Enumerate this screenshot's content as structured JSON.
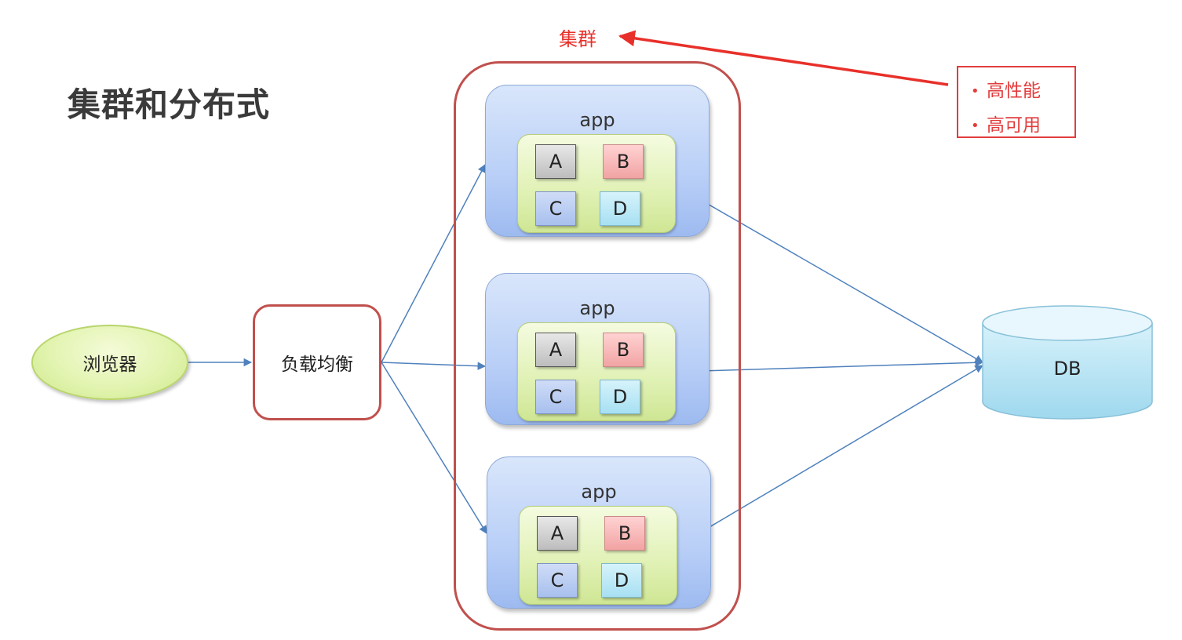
{
  "title": "集群和分布式",
  "cluster_label": "集群",
  "features": [
    "高性能",
    "高可用"
  ],
  "bullet": "•",
  "browser_label": "浏览器",
  "load_balancer_label": "负载均衡",
  "apps": [
    {
      "label": "app",
      "modules": [
        "A",
        "B",
        "C",
        "D"
      ]
    },
    {
      "label": "app",
      "modules": [
        "A",
        "B",
        "C",
        "D"
      ]
    },
    {
      "label": "app",
      "modules": [
        "A",
        "B",
        "C",
        "D"
      ]
    }
  ],
  "db_label": "DB",
  "colors": {
    "arrow": "#4f81bd",
    "cluster_border": "#c0504d",
    "annotation_red": "#e8302a"
  }
}
